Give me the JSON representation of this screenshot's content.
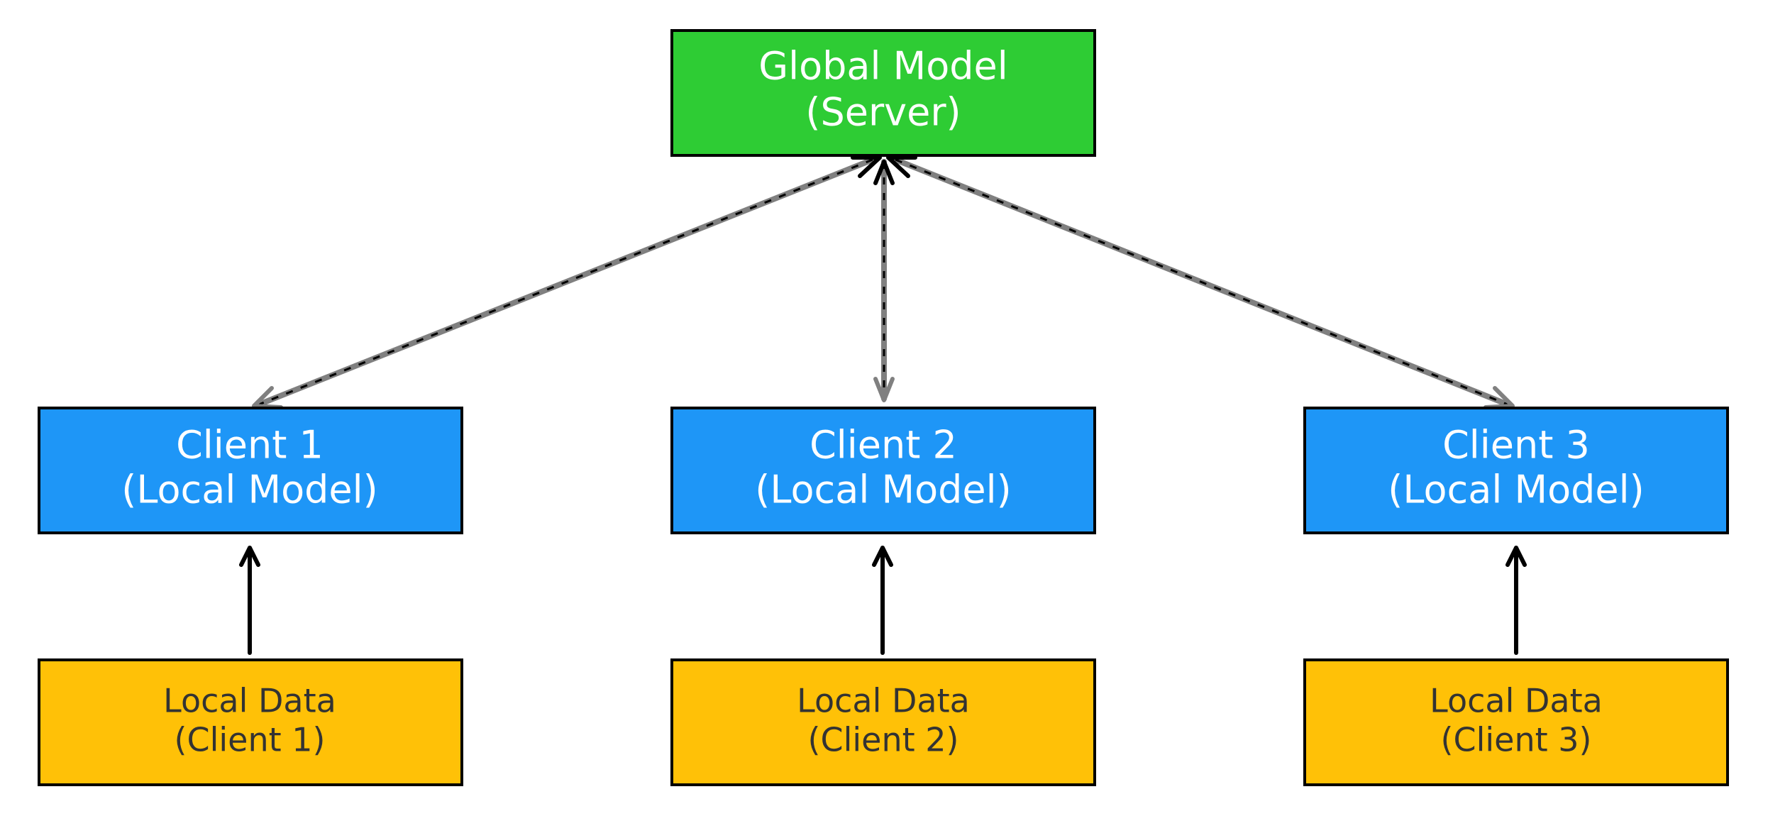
{
  "colors": {
    "server": "#2ecc34",
    "client": "#1e96f7",
    "data": "#ffc107",
    "edge_gray": "#808080"
  },
  "server": {
    "line1": "Global Model",
    "line2": "(Server)"
  },
  "clients": [
    {
      "line1": "Client 1",
      "line2": "(Local Model)"
    },
    {
      "line1": "Client 2",
      "line2": "(Local Model)"
    },
    {
      "line1": "Client 3",
      "line2": "(Local Model)"
    }
  ],
  "data_sources": [
    {
      "line1": "Local Data",
      "line2": "(Client 1)"
    },
    {
      "line1": "Local Data",
      "line2": "(Client 2)"
    },
    {
      "line1": "Local Data",
      "line2": "(Client 3)"
    }
  ]
}
